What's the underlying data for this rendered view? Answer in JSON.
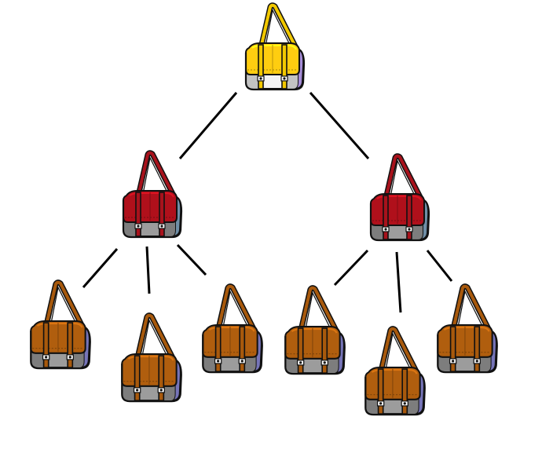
{
  "diagram": {
    "type": "tree",
    "edge_color": "#000000",
    "levels": [
      {
        "level": 1,
        "count": 1,
        "bag_color": "yellow"
      },
      {
        "level": 2,
        "count": 2,
        "bag_color": "red"
      },
      {
        "level": 3,
        "count": 6,
        "bag_color": "brown"
      }
    ],
    "nodes": [
      {
        "id": "n0",
        "icon": "yellow-messenger-bag-icon",
        "body_color": "#FFCD10",
        "side_color": "#A68DD8",
        "strap_color": "#F2C800",
        "pocket_color": "#F4F4F4",
        "children": [
          "n1",
          "n2"
        ]
      },
      {
        "id": "n1",
        "icon": "red-messenger-bag-icon",
        "body_color": "#B0101B",
        "side_color": "#6F8EA6",
        "strap_color": "#A8121C",
        "pocket_color": "#9C9C9C",
        "children": [
          "n3",
          "n4",
          "n5"
        ]
      },
      {
        "id": "n2",
        "icon": "red-messenger-bag-icon",
        "body_color": "#B0101B",
        "side_color": "#6F8EA6",
        "strap_color": "#A8121C",
        "pocket_color": "#9C9C9C",
        "children": [
          "n6",
          "n7",
          "n8"
        ]
      },
      {
        "id": "n3",
        "icon": "brown-messenger-bag-icon",
        "body_color": "#B05E0E",
        "side_color": "#7674B8",
        "strap_color": "#A8590C",
        "pocket_color": "#9C9C9C",
        "children": []
      },
      {
        "id": "n4",
        "icon": "brown-messenger-bag-icon",
        "body_color": "#B05E0E",
        "side_color": "#7674B8",
        "strap_color": "#A8590C",
        "pocket_color": "#9C9C9C",
        "children": []
      },
      {
        "id": "n5",
        "icon": "brown-messenger-bag-icon",
        "body_color": "#B05E0E",
        "side_color": "#7674B8",
        "strap_color": "#A8590C",
        "pocket_color": "#9C9C9C",
        "children": []
      },
      {
        "id": "n6",
        "icon": "brown-messenger-bag-icon",
        "body_color": "#B05E0E",
        "side_color": "#7674B8",
        "strap_color": "#A8590C",
        "pocket_color": "#9C9C9C",
        "children": []
      },
      {
        "id": "n7",
        "icon": "brown-messenger-bag-icon",
        "body_color": "#B05E0E",
        "side_color": "#7674B8",
        "strap_color": "#A8590C",
        "pocket_color": "#9C9C9C",
        "children": []
      },
      {
        "id": "n8",
        "icon": "brown-messenger-bag-icon",
        "body_color": "#B05E0E",
        "side_color": "#7674B8",
        "strap_color": "#A8590C",
        "pocket_color": "#9C9C9C",
        "children": []
      }
    ]
  }
}
